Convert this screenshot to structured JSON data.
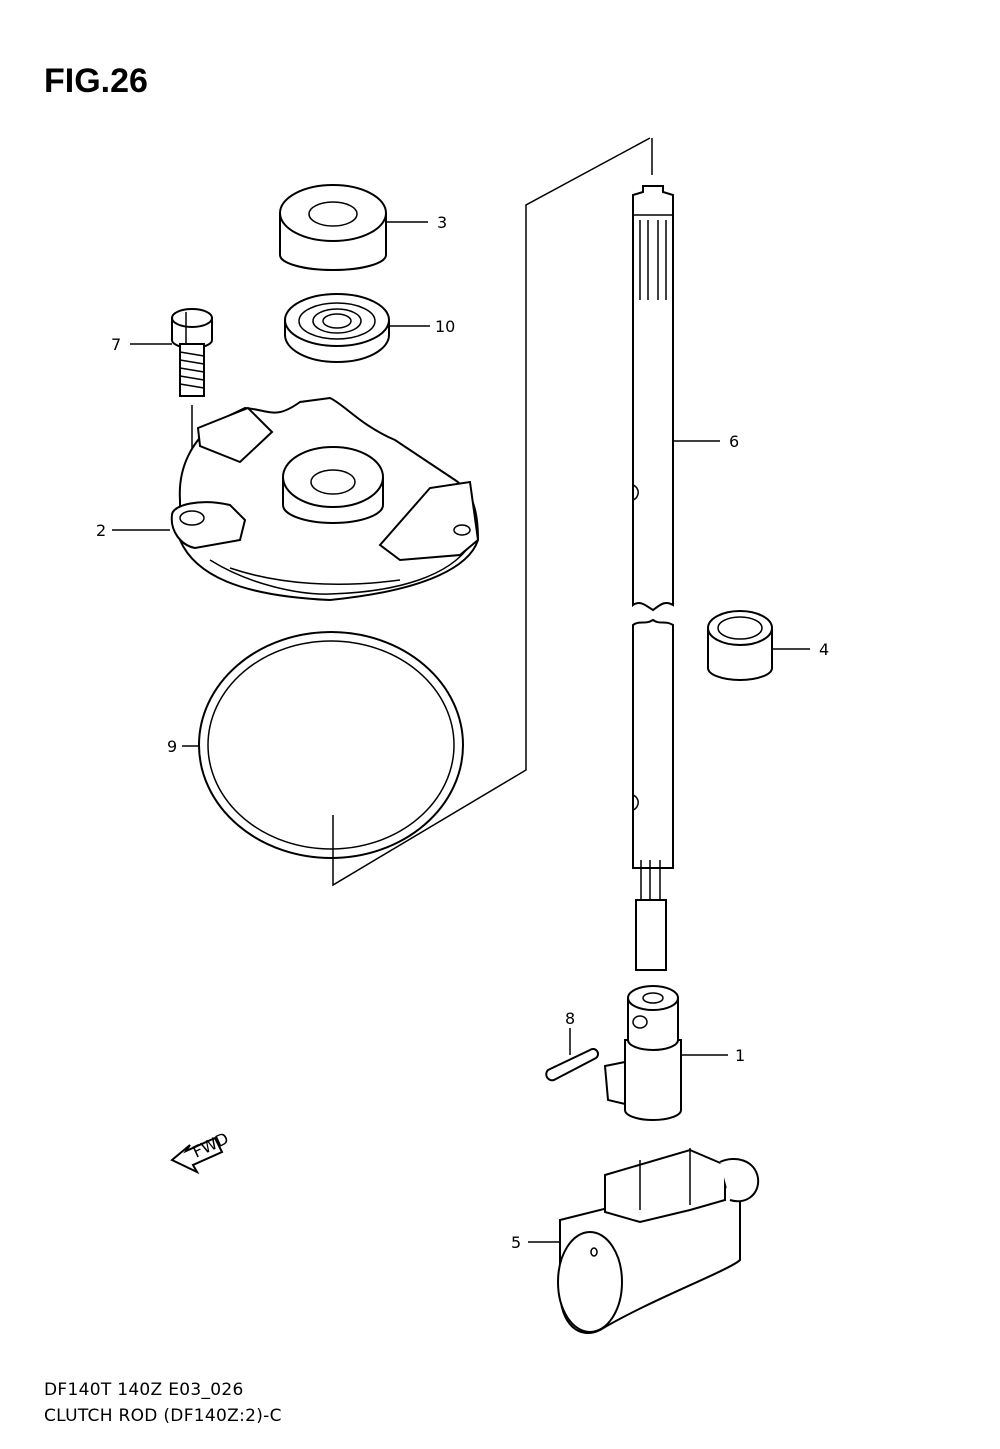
{
  "figure": {
    "title": "FIG.26"
  },
  "callouts": [
    {
      "id": "3",
      "label": "3"
    },
    {
      "id": "10",
      "label": "10"
    },
    {
      "id": "7",
      "label": "7"
    },
    {
      "id": "6",
      "label": "6"
    },
    {
      "id": "2",
      "label": "2"
    },
    {
      "id": "4",
      "label": "4"
    },
    {
      "id": "9",
      "label": "9"
    },
    {
      "id": "8",
      "label": "8"
    },
    {
      "id": "1",
      "label": "1"
    },
    {
      "id": "5",
      "label": "5"
    }
  ],
  "fwd_arrow": {
    "label": "FWD"
  },
  "footer": {
    "code": "DF140T 140Z E03_026",
    "description": "CLUTCH ROD (DF140Z:2)-C"
  }
}
